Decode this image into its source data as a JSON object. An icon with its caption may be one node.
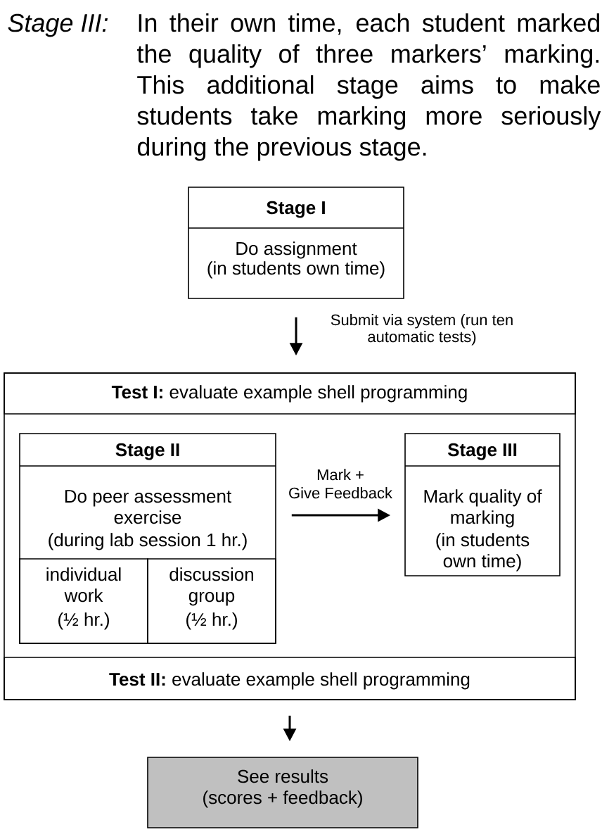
{
  "diagram": {
    "nodes": [
      {
        "text": [
          "Stage I",
          "Do assignment",
          "(in students own time)"
        ]
      },
      {
        "text": [],
        "shape": "box"
      },
      {
        "text": [
          "**Test I:** evaluate example shell programming"
        ],
        "in": 1
      },
      {
        "text": [
          "Stage II",
          "Do peer assessment exercise",
          "(during lab session 1 hr.)"
        ],
        "in": 1
      },
      {
        "text": [
          "individual work",
          "(½ hr.)"
        ],
        "in": 3
      },
      {
        "text": [
          "discussion group",
          "(½ hr.)"
        ],
        "in": 3
      },
      {
        "text": [
          "Stage III",
          "Mark quality of marking",
          "(in students own time)"
        ],
        "in": 1
      },
      {
        "text": [
          "**Test II:** evaluate example shell programming"
        ],
        "in": 1
      },
      {
        "text": [
          "See results",
          "(scores + feedback)"
        ]
      }
    ],
    "edges": [
      {
        "from": 0,
        "to": 2,
        "arrow": "to",
        "label": "Submit via system (run ten automatic tests)"
      },
      {
        "from": 3,
        "to": 6,
        "arrow": "to",
        "label": "Mark + Give Feedback"
      },
      {
        "from": 7,
        "to": 8,
        "arrow": "to"
      }
    ],
    "labels": [
      "Stage III:",
      "In their own time, each student marked the quality of three markers’ marking. This additional stage aims to make students take marking more seriously during the previous stage."
    ]
  }
}
